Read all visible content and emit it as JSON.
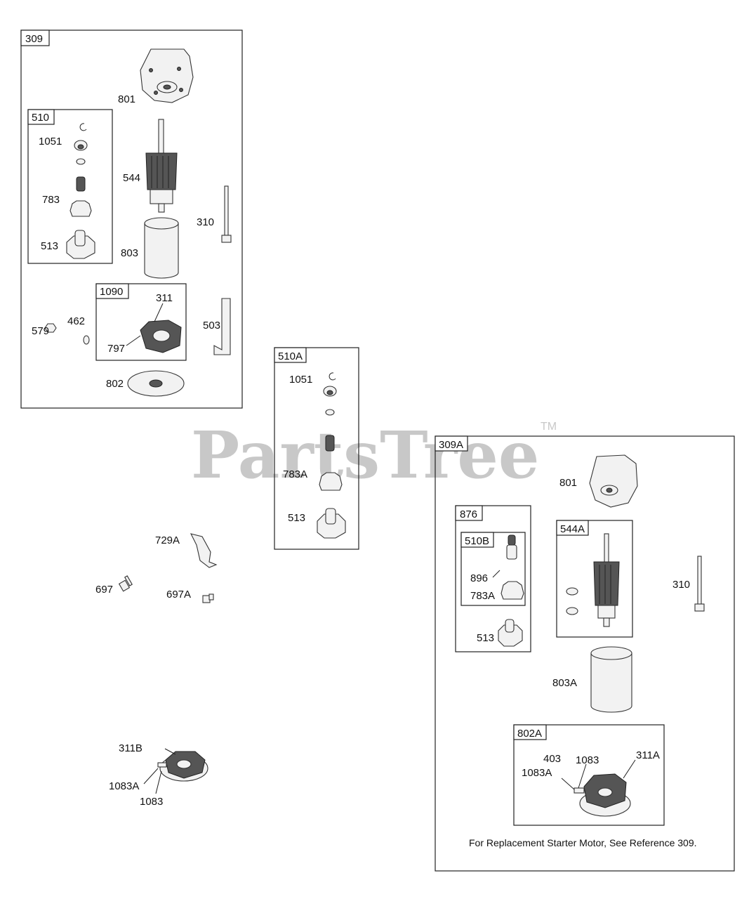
{
  "watermark": {
    "text": "PartsTree",
    "tm": "TM"
  },
  "groups": {
    "g309": "309",
    "g510": "510",
    "g1090": "1090",
    "g510A": "510A",
    "g309A": "309A",
    "g876": "876",
    "g510B": "510B",
    "g544A": "544A",
    "g802A": "802A"
  },
  "labels": {
    "p801_a": "801",
    "p1051_a": "1051",
    "p544": "544",
    "p783": "783",
    "p310_a": "310",
    "p513_a": "513",
    "p803": "803",
    "p311": "311",
    "p462": "462",
    "p579": "579",
    "p503": "503",
    "p797": "797",
    "p802": "802",
    "p1051_b": "1051",
    "p783A_a": "783A",
    "p513_b": "513",
    "p729A": "729A",
    "p697": "697",
    "p697A": "697A",
    "p311B": "311B",
    "p1083A_a": "1083A",
    "p1083_a": "1083",
    "p801_b": "801",
    "p310_b": "310",
    "p896": "896",
    "p783A_b": "783A",
    "p513_c": "513",
    "p803A": "803A",
    "p403": "403",
    "p1083_b": "1083",
    "p311A": "311A",
    "p1083A_b": "1083A"
  },
  "note": "For Replacement Starter Motor, See Reference 309."
}
